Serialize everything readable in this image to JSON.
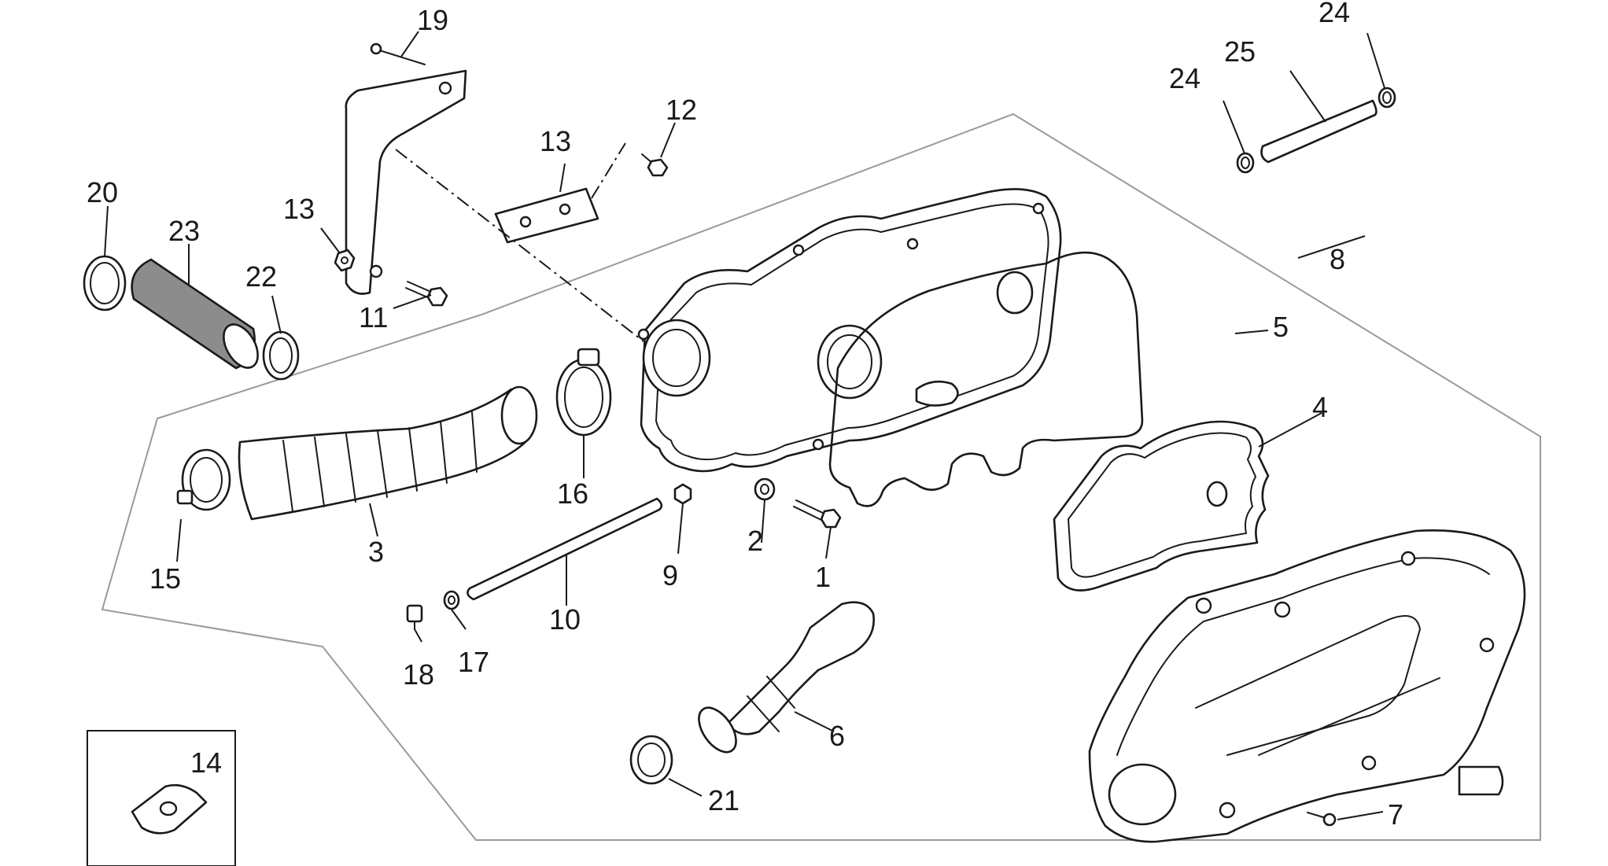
{
  "diagram": {
    "callouts": [
      "1",
      "2",
      "3",
      "4",
      "5",
      "6",
      "7",
      "8",
      "9",
      "10",
      "11",
      "12",
      "13",
      "13",
      "14",
      "15",
      "16",
      "17",
      "18",
      "19",
      "20",
      "21",
      "22",
      "23",
      "24",
      "24",
      "25"
    ]
  }
}
